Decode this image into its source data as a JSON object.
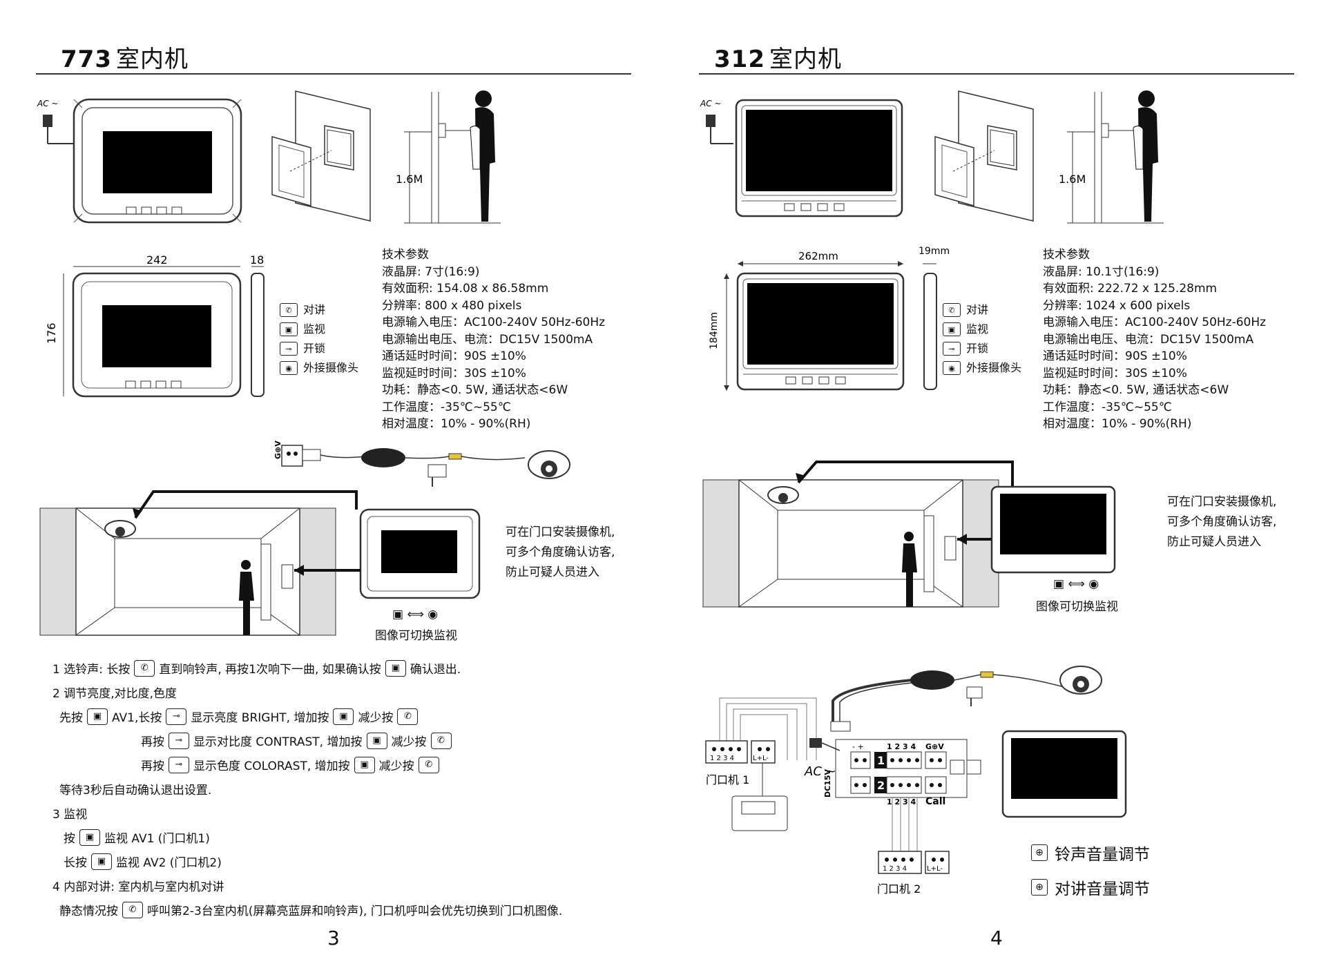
{
  "left": {
    "title_number": "773",
    "title_text": "室内机",
    "dim_width": "242",
    "dim_depth": "18",
    "dim_height": "176",
    "mount_height": "1.6M",
    "ac_label": "AC ~",
    "legend": [
      {
        "icon": "phone-icon",
        "glyph": "✆",
        "label": "对讲"
      },
      {
        "icon": "monitor-icon",
        "glyph": "▣",
        "label": "监视"
      },
      {
        "icon": "key-icon",
        "glyph": "⊸",
        "label": "开锁"
      },
      {
        "icon": "camera-icon",
        "glyph": "◉",
        "label": "外接摄像头"
      }
    ],
    "specs": [
      "技术参数",
      "液晶屏: 7寸(16:9)",
      "有效面积: 154.08 x 86.58mm",
      "分辨率: 800 x 480 pixels",
      "电源输入电压：AC100-240V 50Hz-60Hz",
      "电源输出电压、电流：DC15V 1500mA",
      "通话延时时间：90S ±10%",
      "监视延时时间：30S ±10%",
      "功耗：静态<0. 5W, 通话状态<6W",
      "工作温度：-35℃~55℃",
      "相对温度：10% - 90%(RH)"
    ],
    "camera_plug_label": "G⊕V",
    "camera_note": [
      "可在门口安装摄像机,",
      "可多个角度确认访客,",
      "防止可疑人员进入"
    ],
    "switch_caption": "图像可切换监视",
    "instructions": {
      "l1a": "1 选铃声: 长按",
      "l1b": "直到响铃声, 再按1次响下一曲, 如果确认按",
      "l1c": "确认退出.",
      "l2": "2 调节亮度,对比度,色度",
      "l3a": "先按",
      "l3b": "AV1,长按",
      "l3c": "显示亮度 BRIGHT, 增加按",
      "l3d": "减少按",
      "l4a": "再按",
      "l4b": "显示对比度 CONTRAST, 增加按",
      "l4c": "减少按",
      "l5a": "再按",
      "l5b": "显示色度 COLORAST, 增加按",
      "l5c": "减少按",
      "l6": "等待3秒后自动确认退出设置.",
      "l7": "3 监视",
      "l8a": "按",
      "l8b": "监视 AV1 (门口机1)",
      "l9a": "长按",
      "l9b": "监视 AV2 (门口机2)",
      "l10": "4 内部对讲: 室内机与室内机对讲",
      "l11a": "静态情况按",
      "l11b": "呼叫第2-3台室内机(屏幕亮蓝屏和响铃声), 门口机呼叫会优先切换到门口机图像."
    },
    "page_number": "3"
  },
  "right": {
    "title_number": "312",
    "title_text": "室内机",
    "dim_width": "262mm",
    "dim_depth": "19mm",
    "dim_height": "184mm",
    "mount_height": "1.6M",
    "ac_label": "AC ~",
    "legend": [
      {
        "icon": "phone-icon",
        "glyph": "✆",
        "label": "对讲"
      },
      {
        "icon": "monitor-icon",
        "glyph": "▣",
        "label": "监视"
      },
      {
        "icon": "key-icon",
        "glyph": "⊸",
        "label": "开锁"
      },
      {
        "icon": "camera-icon",
        "glyph": "◉",
        "label": "外接摄像头"
      }
    ],
    "specs": [
      "技术参数",
      "液晶屏: 10.1寸(16:9)",
      "有效面积: 222.72 x 125.28mm",
      "分辨率: 1024 x 600 pixels",
      "电源输入电压：AC100-240V 50Hz-60Hz",
      "电源输出电压、电流：DC15V 1500mA",
      "通话延时时间：90S ±10%",
      "监视延时时间：30S ±10%",
      "功耗：静态<0. 5W, 通话状态<6W",
      "工作温度：-35℃~55℃",
      "相对温度：10% - 90%(RH)"
    ],
    "camera_note": [
      "可在门口安装摄像机,",
      "可多个角度确认访客,",
      "防止可疑人员进入"
    ],
    "switch_caption": "图像可切换监视",
    "wiring": {
      "door1": "门口机 1",
      "door2": "门口机 2",
      "pins": "1 2 3 4",
      "lplus": "L+L-",
      "gv": "G⊕V",
      "call": "Call",
      "dc": "DC15V",
      "ac": "AC ~",
      "minus_plus": "- +",
      "port1": "1",
      "port2": "2"
    },
    "volume": [
      {
        "icon": "ring-volume-icon",
        "label": "铃声音量调节"
      },
      {
        "icon": "talk-volume-icon",
        "label": "对讲音量调节"
      }
    ],
    "page_number": "4"
  }
}
